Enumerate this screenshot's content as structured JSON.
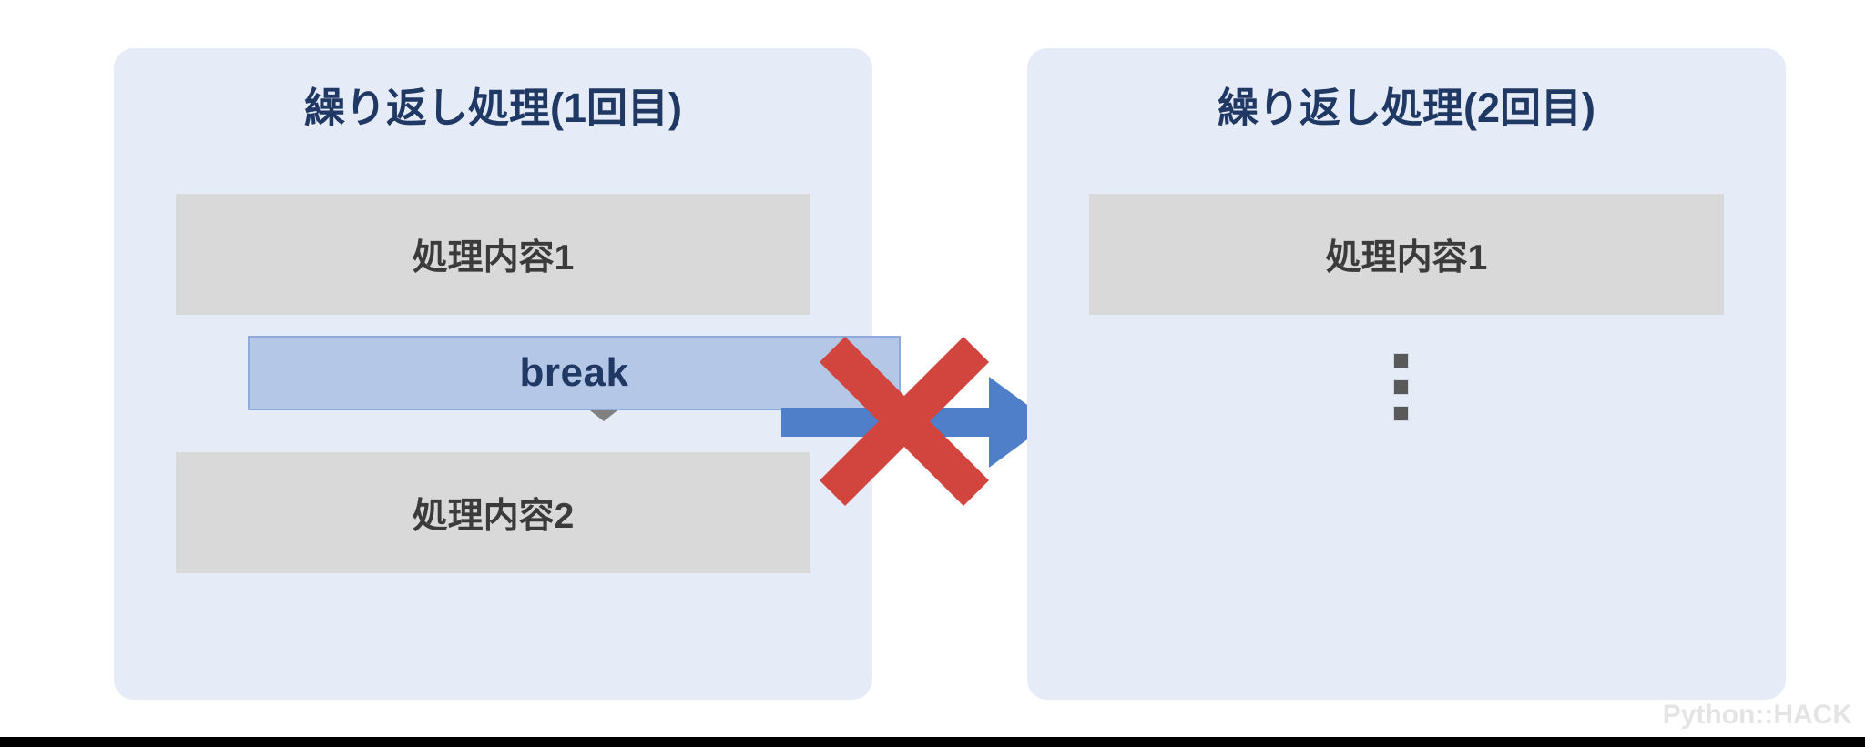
{
  "diagram": {
    "title_first_loop": "繰り返し処理(1回目)",
    "title_second_loop": "繰り返し処理(2回目)",
    "break_keyword": "break",
    "first_loop_steps": [
      {
        "label": "処理内容1"
      },
      {
        "label": "処理内容2"
      }
    ],
    "second_loop_steps": [
      {
        "label": "処理内容1"
      }
    ],
    "continuation": "⋮",
    "icons": {
      "down_arrow": "down-arrow-icon",
      "blocked_arrow": "right-arrow-icon",
      "cross": "red-cross-icon"
    }
  },
  "watermark": {
    "text": "Python::HACK"
  },
  "colors": {
    "panel_background": "#e6ecf7",
    "step_box": "#d9d9d9",
    "step_text": "#3b3b3b",
    "title_text": "#1f3864",
    "break_fill": "#b4c7e7",
    "break_border": "#8faadc",
    "break_text": "#1f3864",
    "arrow_blue": "#4f7fc8",
    "cross_red": "#d2453f",
    "down_arrow_gray": "#808080",
    "watermark": "#e4e4e4",
    "bottom_bar": "#000000"
  }
}
